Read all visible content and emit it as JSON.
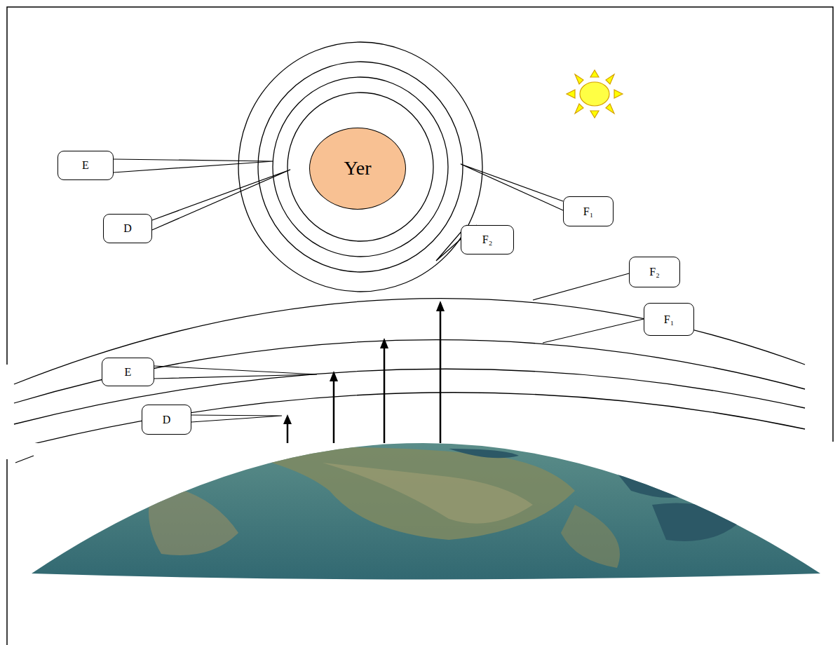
{
  "diagram": {
    "nodes": [
      {
        "text": [
          "Yer"
        ]
      },
      {
        "text": [
          "E"
        ]
      },
      {
        "text": [
          "F₁"
        ]
      },
      {
        "text": [
          "D"
        ]
      },
      {
        "text": [
          "F₂"
        ]
      },
      {
        "text": [
          "F₂"
        ]
      },
      {
        "text": [
          "F₁"
        ]
      },
      {
        "text": [
          "E"
        ]
      },
      {
        "text": [
          "D"
        ]
      }
    ]
  }
}
